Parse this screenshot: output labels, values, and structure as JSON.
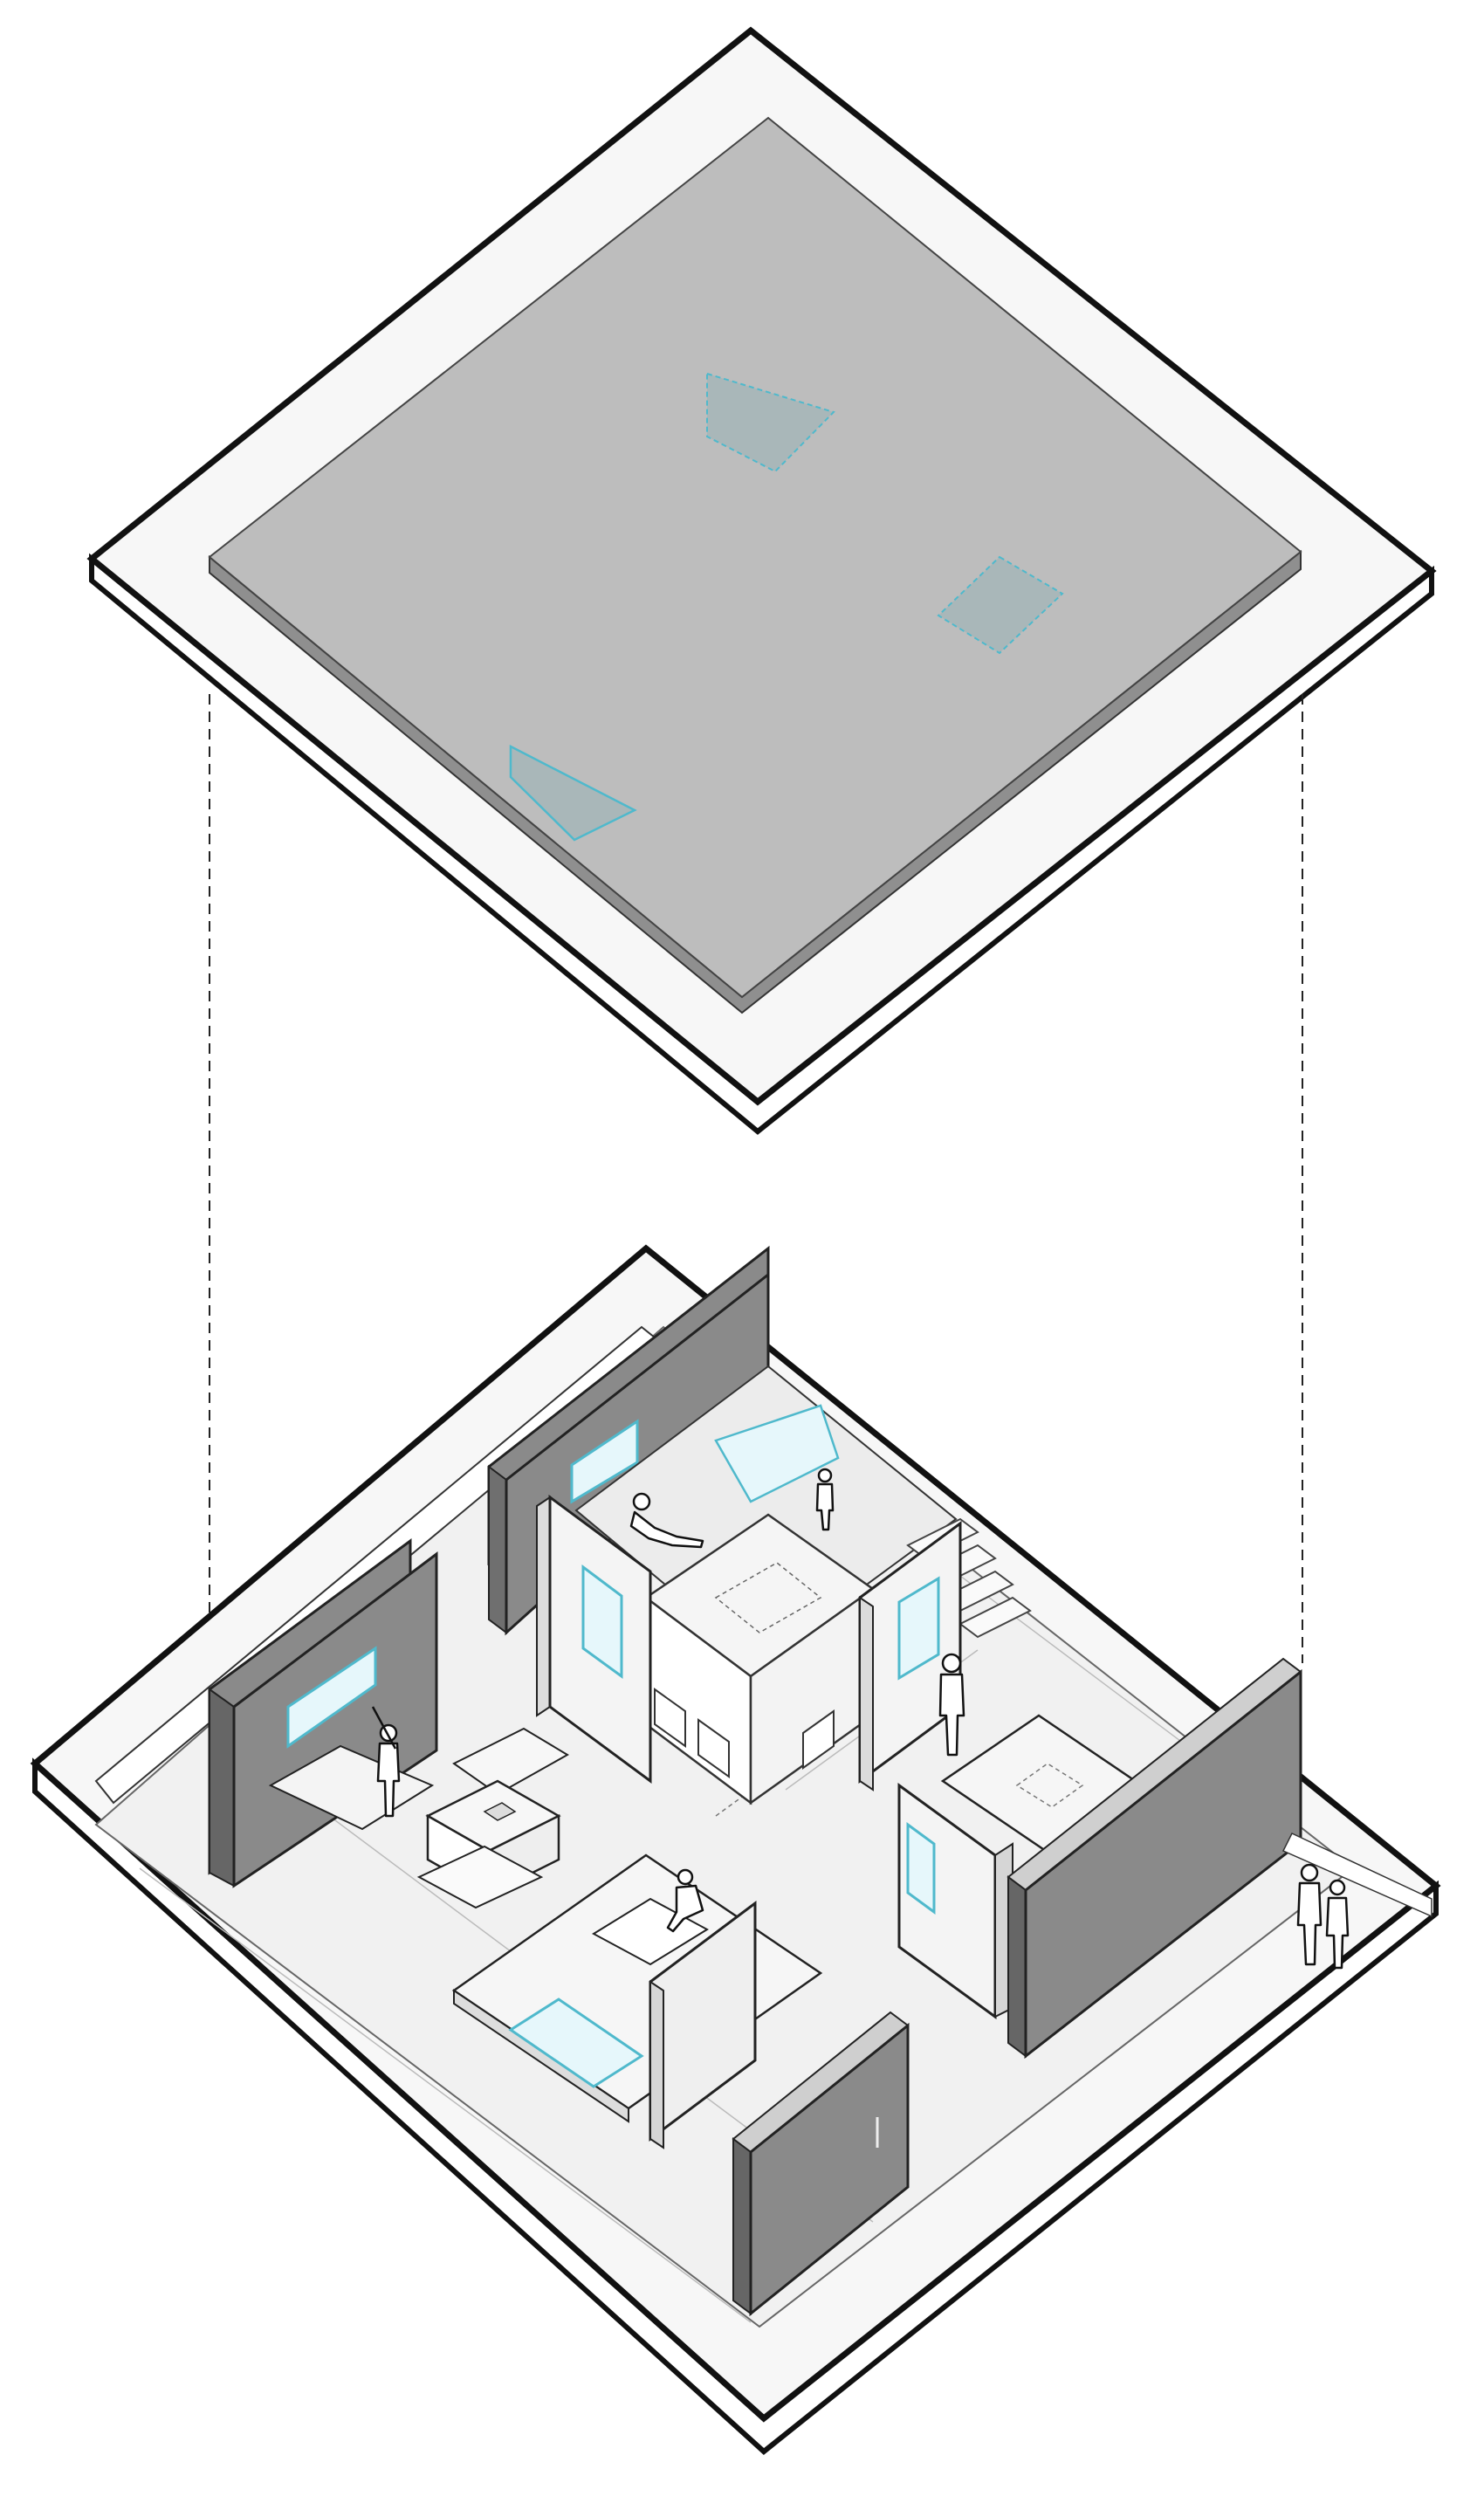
{
  "diagram": {
    "kind": "exploded-axonometric",
    "layers": [
      "roof-layer",
      "floor-layer"
    ],
    "colors": {
      "background": "#ffffff",
      "outline": "#111111",
      "frame_fill": "#f7f7f7",
      "roof_slab": "#bdbdbd",
      "roof_edge": "#8f8f8f",
      "floor_fill": "#f2f2f2",
      "wall_dark": "#8a8a8a",
      "wall_light": "#efefef",
      "glass_fill": "#e6f7fb",
      "glass_stroke": "#4fb9cc",
      "skylight_fill": "#a9b7b9"
    },
    "icons": [
      "skylight-icon",
      "window-icon",
      "person-figure-icon"
    ]
  }
}
